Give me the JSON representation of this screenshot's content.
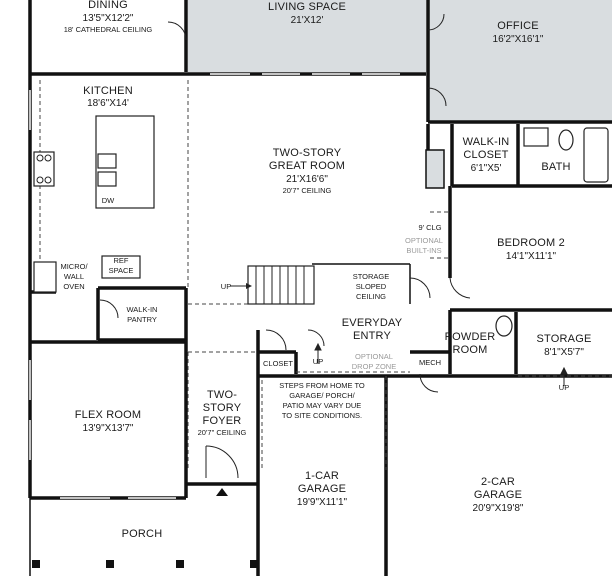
{
  "colors": {
    "wall": "#111111",
    "shaded_room": "#d9dde0",
    "background": "#ffffff"
  },
  "rooms": {
    "dining": {
      "name": "DINING",
      "dims": "13'5\"X12'2\"",
      "note": "18' CATHEDRAL CEILING"
    },
    "living": {
      "name": "LIVING SPACE",
      "dims": "21'X12'"
    },
    "office": {
      "name": "OFFICE",
      "dims": "16'2\"X16'1\""
    },
    "kitchen": {
      "name": "KITCHEN",
      "dims": "18'6\"X14'",
      "dw": "DW",
      "micro": [
        "MICRO/",
        "WALL",
        "OVEN"
      ],
      "ref": [
        "REF",
        "SPACE"
      ]
    },
    "great": {
      "name": [
        "TWO-STORY",
        "GREAT ROOM"
      ],
      "dims": "21'X16'6\"",
      "note": "20'7\" CEILING"
    },
    "walkin_closet": {
      "name": [
        "WALK-IN",
        "CLOSET"
      ],
      "dims": "6'1\"X5'"
    },
    "bath": {
      "name": "BATH"
    },
    "bedroom2": {
      "name": "BEDROOM 2",
      "dims": "14'1\"X11'1\""
    },
    "clg9": "9' CLG",
    "builtins": [
      "OPTIONAL",
      "BUILT-INS"
    ],
    "storage_sloped": [
      "STORAGE",
      "SLOPED",
      "CEILING"
    ],
    "walkin_pantry": [
      "WALK-IN",
      "PANTRY"
    ],
    "everyday": [
      "EVERYDAY",
      "ENTRY"
    ],
    "powder": [
      "POWDER",
      "ROOM"
    ],
    "storage": {
      "name": "STORAGE",
      "dims": "8'1\"X5'7\""
    },
    "closet": "CLOSET",
    "drop_zone": [
      "OPTIONAL",
      "DROP ZONE"
    ],
    "mech": "MECH",
    "flex": {
      "name": "FLEX ROOM",
      "dims": "13'9\"X13'7\""
    },
    "foyer": {
      "name": [
        "TWO-",
        "STORY",
        "FOYER"
      ],
      "note": "20'7\" CEILING"
    },
    "garage_note": [
      "STEPS FROM HOME TO",
      "GARAGE/ PORCH/",
      "PATIO MAY VARY DUE",
      "TO SITE CONDITIONS."
    ],
    "garage1": {
      "name": [
        "1-CAR",
        "GARAGE"
      ],
      "dims": "19'9\"X11'1\""
    },
    "garage2": {
      "name": [
        "2-CAR",
        "GARAGE"
      ],
      "dims": "20'9\"X19'8\""
    },
    "porch": {
      "name": "PORCH"
    }
  },
  "stairs": {
    "up": "UP"
  },
  "up_labels": [
    "UP",
    "UP",
    "UP"
  ]
}
